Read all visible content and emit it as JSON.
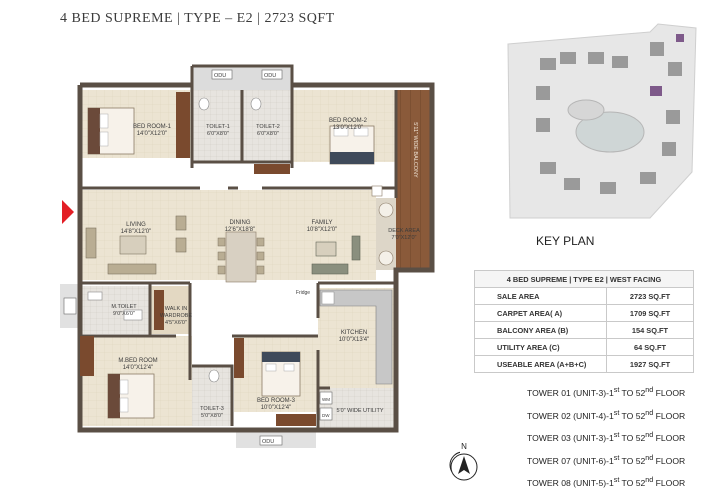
{
  "title": "4 BED SUPREME | TYPE – E2 | 2723 SQFT",
  "rooms": {
    "bed1": {
      "name": "BED ROOM-1",
      "size": "14'0\"X12'0\""
    },
    "toilet1": {
      "name": "TOILET-1",
      "size": "6'0\"X8'0\""
    },
    "toilet2": {
      "name": "TOILET-2",
      "size": "6'0\"X8'0\""
    },
    "bed2": {
      "name": "BED ROOM-2",
      "size": "13'0\"X12'0\""
    },
    "balcony": {
      "name": "5'11\" WIDE BALCONY"
    },
    "living": {
      "name": "LIVING",
      "size": "14'8\"X12'0\""
    },
    "dining": {
      "name": "DINING",
      "size": "12'6\"X18'8\""
    },
    "family": {
      "name": "FAMILY",
      "size": "10'8\"X12'0\""
    },
    "deck": {
      "name": "DECK AREA",
      "size": "7'0\"X12'0\""
    },
    "mtoilet": {
      "name": "M.TOILET",
      "size": "9'0\"X6'0\""
    },
    "wardrobe": {
      "name1": "WALK IN",
      "name2": "WARDROBE",
      "size": "4'5\"X6'0\""
    },
    "mbed": {
      "name": "M.BED ROOM",
      "size": "14'0\"X12'4\""
    },
    "toilet3": {
      "name": "TOILET-3",
      "size": "5'0\"X8'0\""
    },
    "bed3": {
      "name": "BED ROOM-3",
      "size": "10'0\"X12'4\""
    },
    "kitchen": {
      "name": "KITCHEN",
      "size": "10'0\"X13'4\""
    },
    "utility": {
      "name": "5'0\" WIDE UTILITY"
    },
    "fridge": "Fridge",
    "odu": "ODU",
    "wm": "WM",
    "dw": "DW"
  },
  "compass": "N",
  "key_plan_label": "KEY PLAN",
  "area_table": {
    "header": "4 BED SUPREME | TYPE E2 | WEST FACING",
    "rows": [
      {
        "label": "SALE AREA",
        "value": "2723 SQ.FT"
      },
      {
        "label": "CARPET AREA( A)",
        "value": "1709 SQ.FT"
      },
      {
        "label": "BALCONY AREA (B)",
        "value": "154 SQ.FT"
      },
      {
        "label": "UTILITY AREA (C)",
        "value": "64 SQ.FT"
      },
      {
        "label": "USEABLE AREA (A+B+C)",
        "value": "1927 SQ.FT"
      }
    ]
  },
  "towers": [
    {
      "tower": "TOWER 01 (UNIT-3)-1",
      "from_sup": "st",
      "mid": " TO 52",
      "to_sup": "nd",
      "end": " FLOOR"
    },
    {
      "tower": "TOWER 02 (UNIT-4)-1",
      "from_sup": "st",
      "mid": " TO 52",
      "to_sup": "nd",
      "end": " FLOOR"
    },
    {
      "tower": "TOWER 03 (UNIT-3)-1",
      "from_sup": "st",
      "mid": " TO 52",
      "to_sup": "nd",
      "end": " FLOOR"
    },
    {
      "tower": "TOWER 07 (UNIT-6)-1",
      "from_sup": "st",
      "mid": " TO 52",
      "to_sup": "nd",
      "end": " FLOOR"
    },
    {
      "tower": "TOWER 08 (UNIT-5)-1",
      "from_sup": "st",
      "mid": " TO 52",
      "to_sup": "nd",
      "end": " FLOOR"
    }
  ],
  "colors": {
    "wall": "#5a4f45",
    "floor_tile": "#ece4d2",
    "wood_floor": "#8a5a3a",
    "entry_arrow": "#e31e25"
  }
}
